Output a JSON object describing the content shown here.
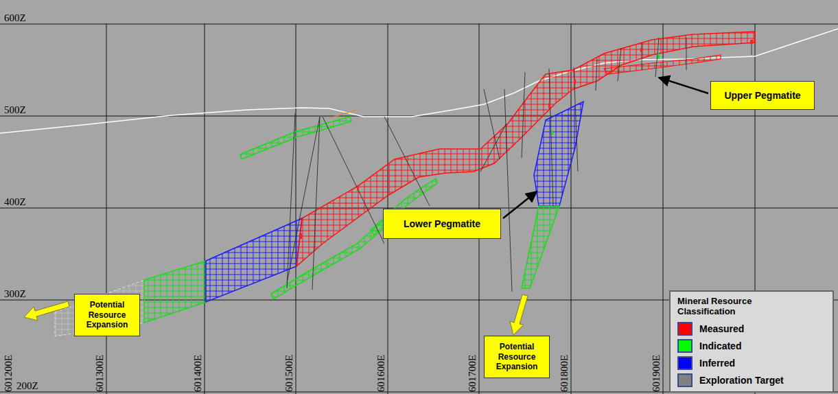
{
  "diagram": {
    "nodes": [
      {
        "text": [
          "Upper Pegmatite"
        ]
      },
      {
        "text": [
          "Lower Pegmatite"
        ]
      },
      {
        "text": [
          "Potential Resource Expansion"
        ]
      },
      {
        "text": [
          "Potential Resource Expansion"
        ]
      },
      {
        "text": [
          "Mineral Resource Classification"
        ]
      }
    ],
    "labels": [
      "600Z",
      "500Z",
      "400Z",
      "300Z",
      "200Z",
      "601200E",
      "601300E",
      "601400E",
      "601500E",
      "601600E",
      "601700E",
      "601800E",
      "601900E"
    ],
    "legend": [
      {
        "text": "Measured",
        "color": "#ff0000"
      },
      {
        "text": "Indicated",
        "color": "#00ff00"
      },
      {
        "text": "Inferred",
        "color": "#0000ff"
      },
      {
        "text": "Exploration Target",
        "color": "#808080"
      }
    ]
  }
}
